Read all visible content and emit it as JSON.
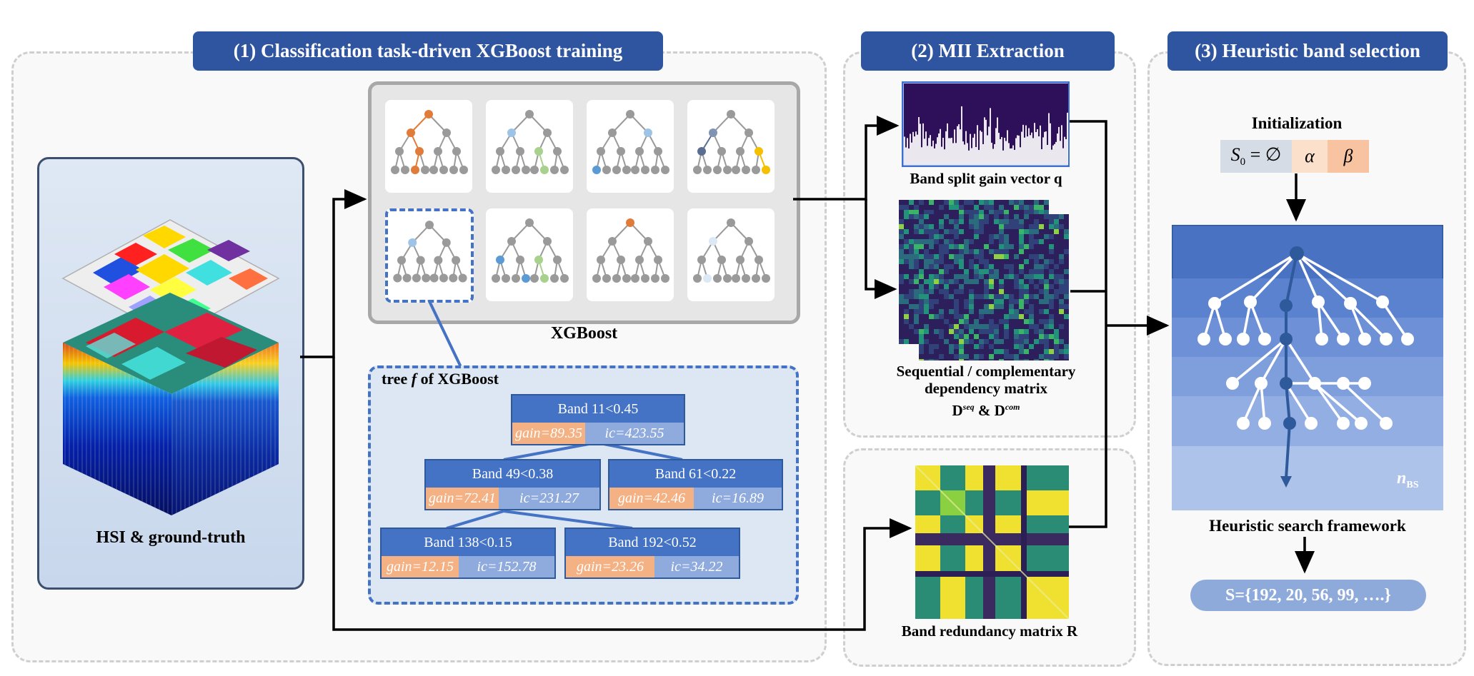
{
  "headers": {
    "step1": "(1) Classification task-driven XGBoost training",
    "step2": "(2) MII Extraction",
    "step3": "(3) Heuristic band selection"
  },
  "hsi_label": "HSI & ground-truth",
  "xgboost_label": "XGBoost",
  "tree_f_label_pre": "tree ",
  "tree_f_label_var": "f",
  "tree_f_label_post": " of XGBoost",
  "tree_nodes": [
    {
      "split": "Band 11<0.45",
      "gain": "gain=89.35",
      "ic": "ic=423.55"
    },
    {
      "split": "Band 49<0.38",
      "gain": "gain=72.41",
      "ic": "ic=231.27"
    },
    {
      "split": "Band 61<0.22",
      "gain": "gain=42.46",
      "ic": "ic=16.89"
    },
    {
      "split": "Band 138<0.15",
      "gain": "gain=12.15",
      "ic": "ic=152.78"
    },
    {
      "split": "Band 192<0.52",
      "gain": "gain=23.26",
      "ic": "ic=34.22"
    }
  ],
  "mii": {
    "gain_vector_label": "Band split gain vector q",
    "dependency_label_line1": "Sequential / complementary",
    "dependency_label_line2": "dependency matrix",
    "dependency_symbols": "D^seq & D^com",
    "redundancy_label": "Band redundancy matrix R"
  },
  "heuristic": {
    "init_label": "Initialization",
    "init_s0": "S0 = ∅",
    "init_alpha": "α",
    "init_beta": "β",
    "nbs_label": "nBS",
    "framework_label": "Heuristic search framework",
    "result": "S={192, 20, 56, 99, ….}"
  },
  "colors": {
    "header_bg": "#2f55a0",
    "tree_gray": "#9a9a9a",
    "orange": "#e07b39",
    "light_blue": "#9dc3e6",
    "mid_blue": "#5b9bd5",
    "green": "#a9d18e",
    "yellow": "#f5c000",
    "slate": "#7f93b3",
    "node_blue": "#4472c4",
    "gain_orange": "#f4b183",
    "ic_blue": "#8faadc",
    "result_pill": "#8eaadb"
  }
}
